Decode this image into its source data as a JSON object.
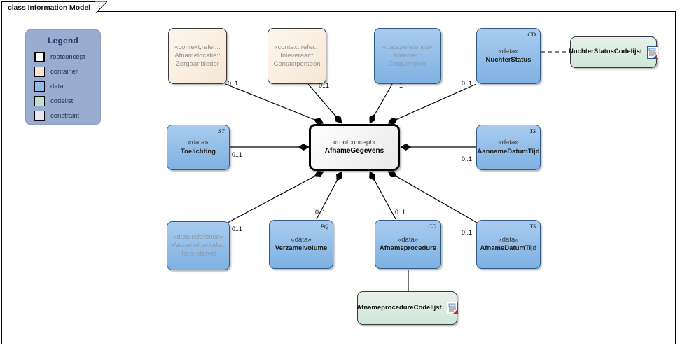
{
  "diagram": {
    "tab_title": "class Information Model"
  },
  "legend": {
    "title": "Legend",
    "items": [
      {
        "label": "rootconcept",
        "color": "#ffffff",
        "style": "thick"
      },
      {
        "label": "container",
        "color": "#fae6d2",
        "style": "thin"
      },
      {
        "label": "data",
        "color": "#8fbde8",
        "style": "thin"
      },
      {
        "label": "codelist",
        "color": "#bfe0cb",
        "style": "thin"
      },
      {
        "label": "constraint",
        "color": "#e6e6f5",
        "style": "thin"
      }
    ]
  },
  "nodes": [
    {
      "id": "afnamelocatie",
      "kind": "container",
      "stereotype": "«context,refer...",
      "name_line1": "Afnamelocatie::",
      "name_line2": "Zorgaanbieder",
      "type_tag": ""
    },
    {
      "id": "inleveraar",
      "kind": "container",
      "stereotype": "«context,refer...",
      "name_line1": "Inleveraar::",
      "name_line2": "Contactpersoon",
      "type_tag": ""
    },
    {
      "id": "afnemer",
      "kind": "data-ref",
      "stereotype": "«data,reference»",
      "name_line1": "Afnemer::",
      "name_line2": "Zorgverlener",
      "type_tag": ""
    },
    {
      "id": "nuchterstatus",
      "kind": "data",
      "stereotype": "«data»",
      "name_line1": "NuchterStatus",
      "name_line2": "",
      "type_tag": "CD"
    },
    {
      "id": "nuchterstatuscodelijst",
      "kind": "codelist",
      "stereotype": "",
      "name_line1": "NuchterStatusCodelijst",
      "name_line2": "",
      "type_tag": ""
    },
    {
      "id": "toelichting",
      "kind": "data",
      "stereotype": "«data»",
      "name_line1": "Toelichting",
      "name_line2": "",
      "type_tag": "ST"
    },
    {
      "id": "afnamegegevens",
      "kind": "rootconcept",
      "stereotype": "«rootconcept»",
      "name_line1": "AfnameGegevens",
      "name_line2": "",
      "type_tag": ""
    },
    {
      "id": "aannamedatumtijd",
      "kind": "data",
      "stereotype": "«data»",
      "name_line1": "AannameDatumTijd",
      "name_line2": "",
      "type_tag": "TS"
    },
    {
      "id": "verzamelperiode",
      "kind": "data-ref",
      "stereotype": "«data,reference»",
      "name_line1": "Verzamelperiode::",
      "name_line2": "TijdsInterval",
      "type_tag": ""
    },
    {
      "id": "verzamelvolume",
      "kind": "data",
      "stereotype": "«data»",
      "name_line1": "Verzamelvolume",
      "name_line2": "",
      "type_tag": "PQ"
    },
    {
      "id": "afnameprocedure",
      "kind": "data",
      "stereotype": "«data»",
      "name_line1": "Afnameprocedure",
      "name_line2": "",
      "type_tag": "CD"
    },
    {
      "id": "afnamedatumtijd",
      "kind": "data",
      "stereotype": "«data»",
      "name_line1": "AfnameDatumTijd",
      "name_line2": "",
      "type_tag": "TS"
    },
    {
      "id": "afnameprocedurecodelijst",
      "kind": "codelist",
      "stereotype": "",
      "name_line1": "AfnameprocedureCodelijst",
      "name_line2": "",
      "type_tag": ""
    }
  ],
  "multiplicities": {
    "afnamelocatie": "0..1",
    "inleveraar": "0..1",
    "afnemer": "1",
    "nuchterstatus": "0..1",
    "toelichting": "0..1",
    "aannamedatumtijd": "0..1",
    "verzamelperiode": "0..1",
    "verzamelvolume": "0..1",
    "afnameprocedure": "0..1",
    "afnamedatumtijd": "0..1"
  },
  "colors": {
    "legend_bg": "#9aacd0",
    "data_fill": "#8fbde8",
    "container_fill": "#f6e7d5",
    "codelist_fill": "#cfe6d7",
    "rootconcept_fill": "#ffffff",
    "line": "#000000"
  }
}
